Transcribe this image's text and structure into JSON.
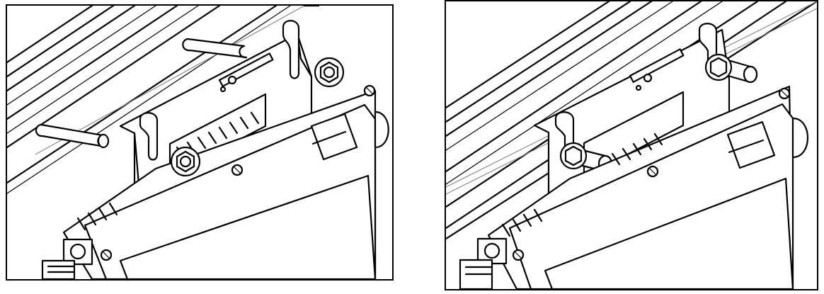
{
  "figure": {
    "panel_count": 2,
    "style": "black-and-white technical line drawing",
    "panels": [
      {
        "id": "before",
        "icon": "mounting-bracket-unfastened",
        "bolt_state": "nut-on-bracket"
      },
      {
        "id": "after",
        "icon": "mounting-bracket-fastened",
        "bolt_state": "bolts-through-bracket-into-rail"
      }
    ],
    "colors": {
      "line": "#000000",
      "background": "#ffffff",
      "shade": "#e6e6e6"
    }
  }
}
